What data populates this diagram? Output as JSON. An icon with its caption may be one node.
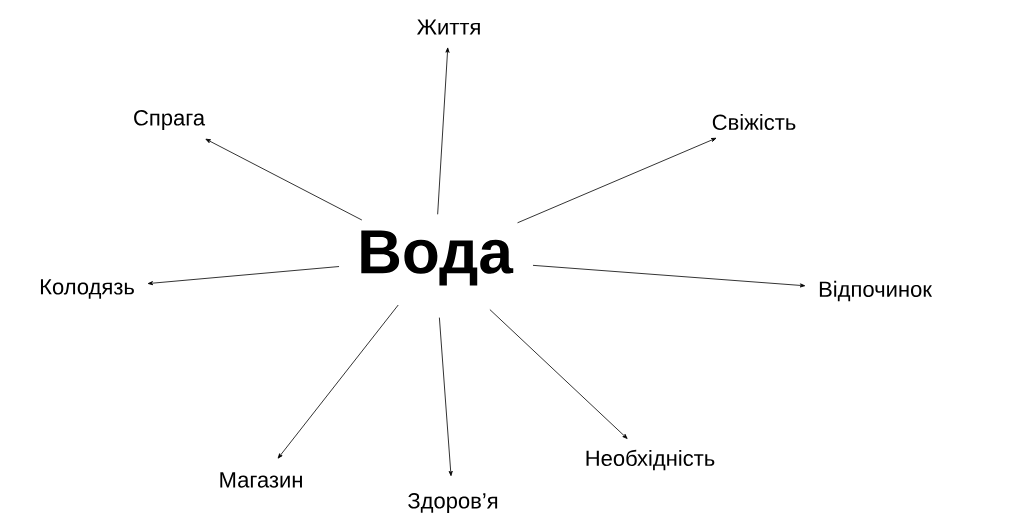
{
  "diagram": {
    "nodes": [
      {
        "text": [
          "Вода"
        ]
      },
      {
        "text": [
          "Життя"
        ]
      },
      {
        "text": [
          "Спрага"
        ]
      },
      {
        "text": [
          "Свіжість"
        ]
      },
      {
        "text": [
          "Колодязь"
        ]
      },
      {
        "text": [
          "Відпочинок"
        ]
      },
      {
        "text": [
          "Магазин"
        ]
      },
      {
        "text": [
          "Здоров’я"
        ]
      },
      {
        "text": [
          "Необхідність"
        ]
      }
    ],
    "edges": [
      {
        "from": 0,
        "to": 1,
        "arrow": "to"
      },
      {
        "from": 0,
        "to": 2,
        "arrow": "to"
      },
      {
        "from": 0,
        "to": 3,
        "arrow": "to"
      },
      {
        "from": 0,
        "to": 4,
        "arrow": "to"
      },
      {
        "from": 0,
        "to": 5,
        "arrow": "to"
      },
      {
        "from": 0,
        "to": 6,
        "arrow": "to"
      },
      {
        "from": 0,
        "to": 7,
        "arrow": "to"
      },
      {
        "from": 0,
        "to": 8,
        "arrow": "to"
      }
    ]
  }
}
